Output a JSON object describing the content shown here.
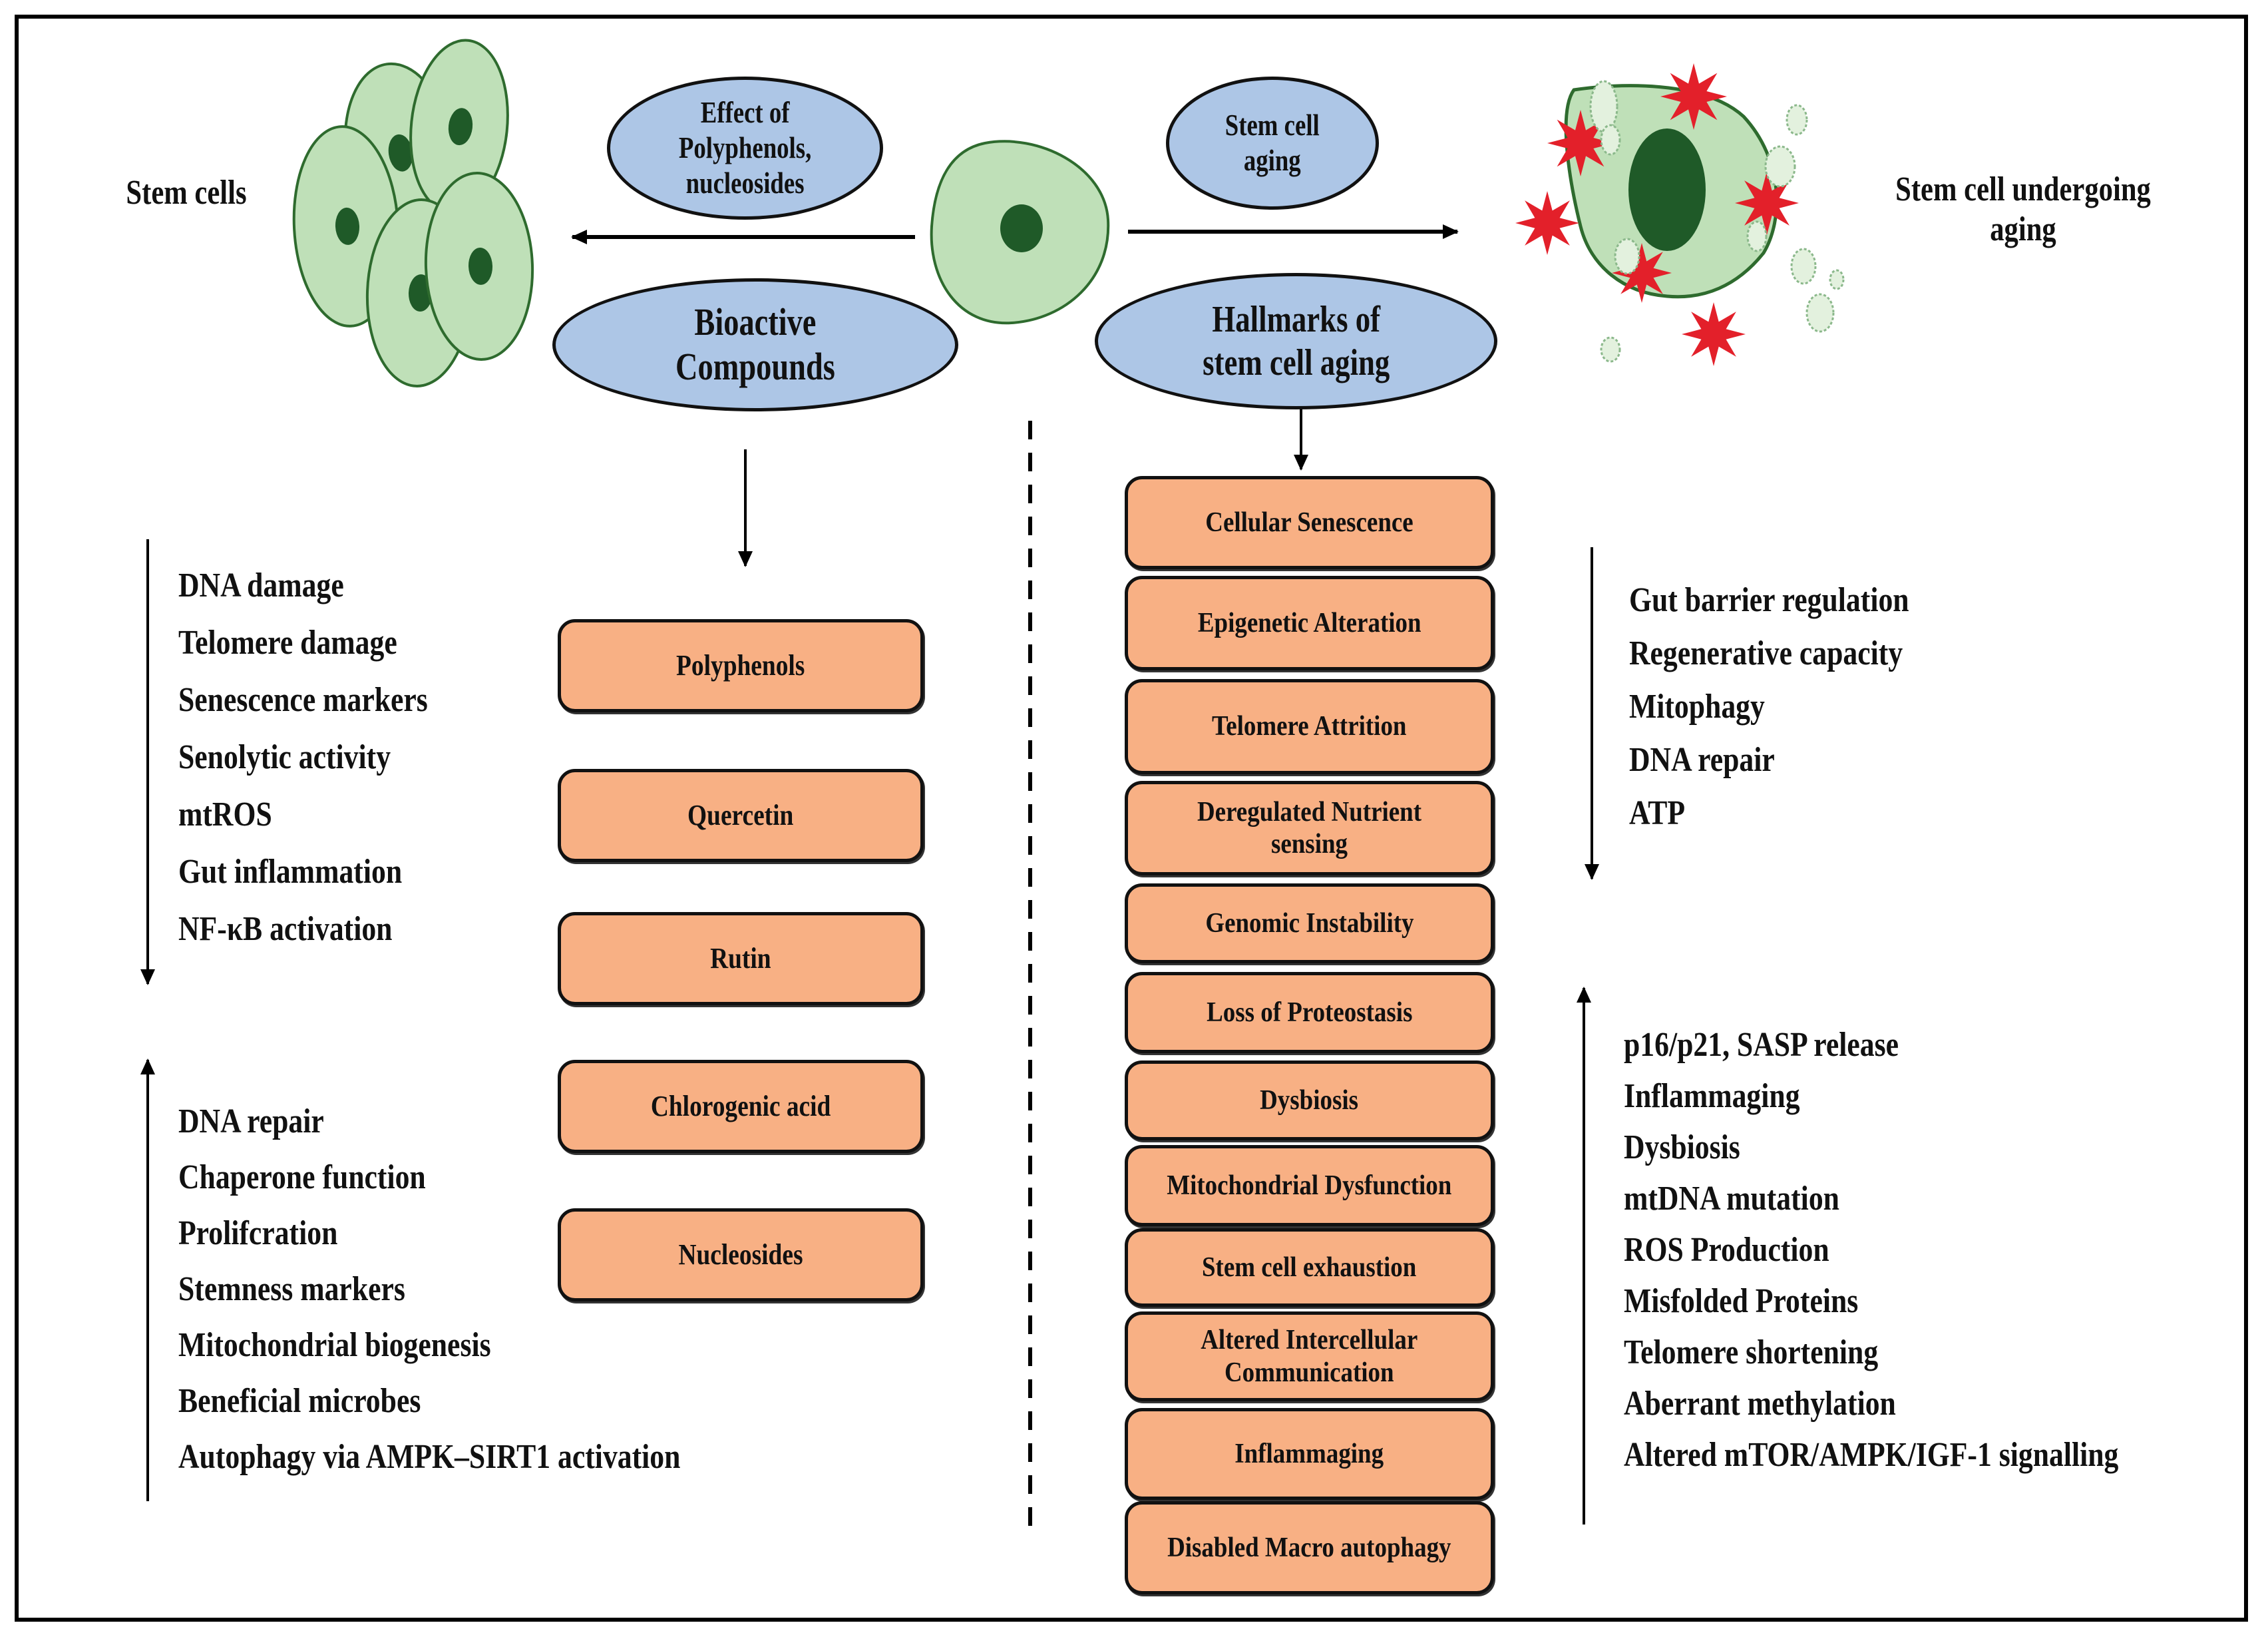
{
  "top": {
    "left_label": "Stem cells",
    "right_label_lines": [
      "Stem cell undergoing",
      "aging"
    ],
    "ovals": {
      "effect": [
        "Effect of",
        "Polyphenols,",
        "nucleosides"
      ],
      "bioactive": [
        "Bioactive",
        "Compounds"
      ],
      "aging": [
        "Stem cell",
        "aging"
      ],
      "hallmarks": [
        "Hallmarks of",
        "stem cell aging"
      ]
    }
  },
  "left": {
    "compounds": [
      "Polyphenols",
      "Quercetin",
      "Rutin",
      "Chlorogenic acid",
      "Nucleosides"
    ],
    "decreased": {
      "direction": "down",
      "items": [
        "DNA damage",
        "Telomere damage",
        "Senescence markers",
        "Senolytic activity",
        "mtROS",
        "Gut inflammation",
        "NF-κB activation"
      ]
    },
    "increased": {
      "direction": "up",
      "items": [
        "DNA repair",
        "Chaperone function",
        "Prolifcration",
        "Stemness markers",
        "Mitochondrial biogenesis",
        "Beneficial microbes",
        "Autophagy via AMPK–SIRT1 activation"
      ]
    }
  },
  "right": {
    "hallmarks": [
      [
        "Cellular Senescence"
      ],
      [
        "Epigenetic Alteration"
      ],
      [
        "Telomere Attrition"
      ],
      [
        "Deregulated Nutrient",
        "sensing"
      ],
      [
        "Genomic Instability"
      ],
      [
        "Loss of Proteostasis"
      ],
      [
        "Dysbiosis"
      ],
      [
        "Mitochondrial Dysfunction"
      ],
      [
        "Stem cell exhaustion"
      ],
      [
        "Altered Intercellular",
        "Communication"
      ],
      [
        "Inflammaging"
      ],
      [
        "Disabled Macro autophagy"
      ]
    ],
    "decreased": {
      "direction": "down",
      "items": [
        "Gut barrier regulation",
        "Regenerative capacity",
        "Mitophagy",
        "DNA repair",
        "ATP"
      ]
    },
    "increased": {
      "direction": "up",
      "items": [
        "p16/p21, SASP release",
        "Inflammaging",
        "Dysbiosis",
        "mtDNA mutation",
        "ROS Production",
        "Misfolded Proteins",
        "Telomere shortening",
        "Aberrant methylation",
        "Altered mTOR/AMPK/IGF-1 signalling"
      ]
    }
  },
  "colors": {
    "cell_fill": "#bfe0b8",
    "cell_stroke": "#2e6b2e",
    "nucleus": "#1f5a28",
    "oval_fill": "#adc6e6",
    "box_fill": "#f8b084",
    "damage_star": "#e3202a",
    "vesicle_fill": "#e3f1de"
  }
}
